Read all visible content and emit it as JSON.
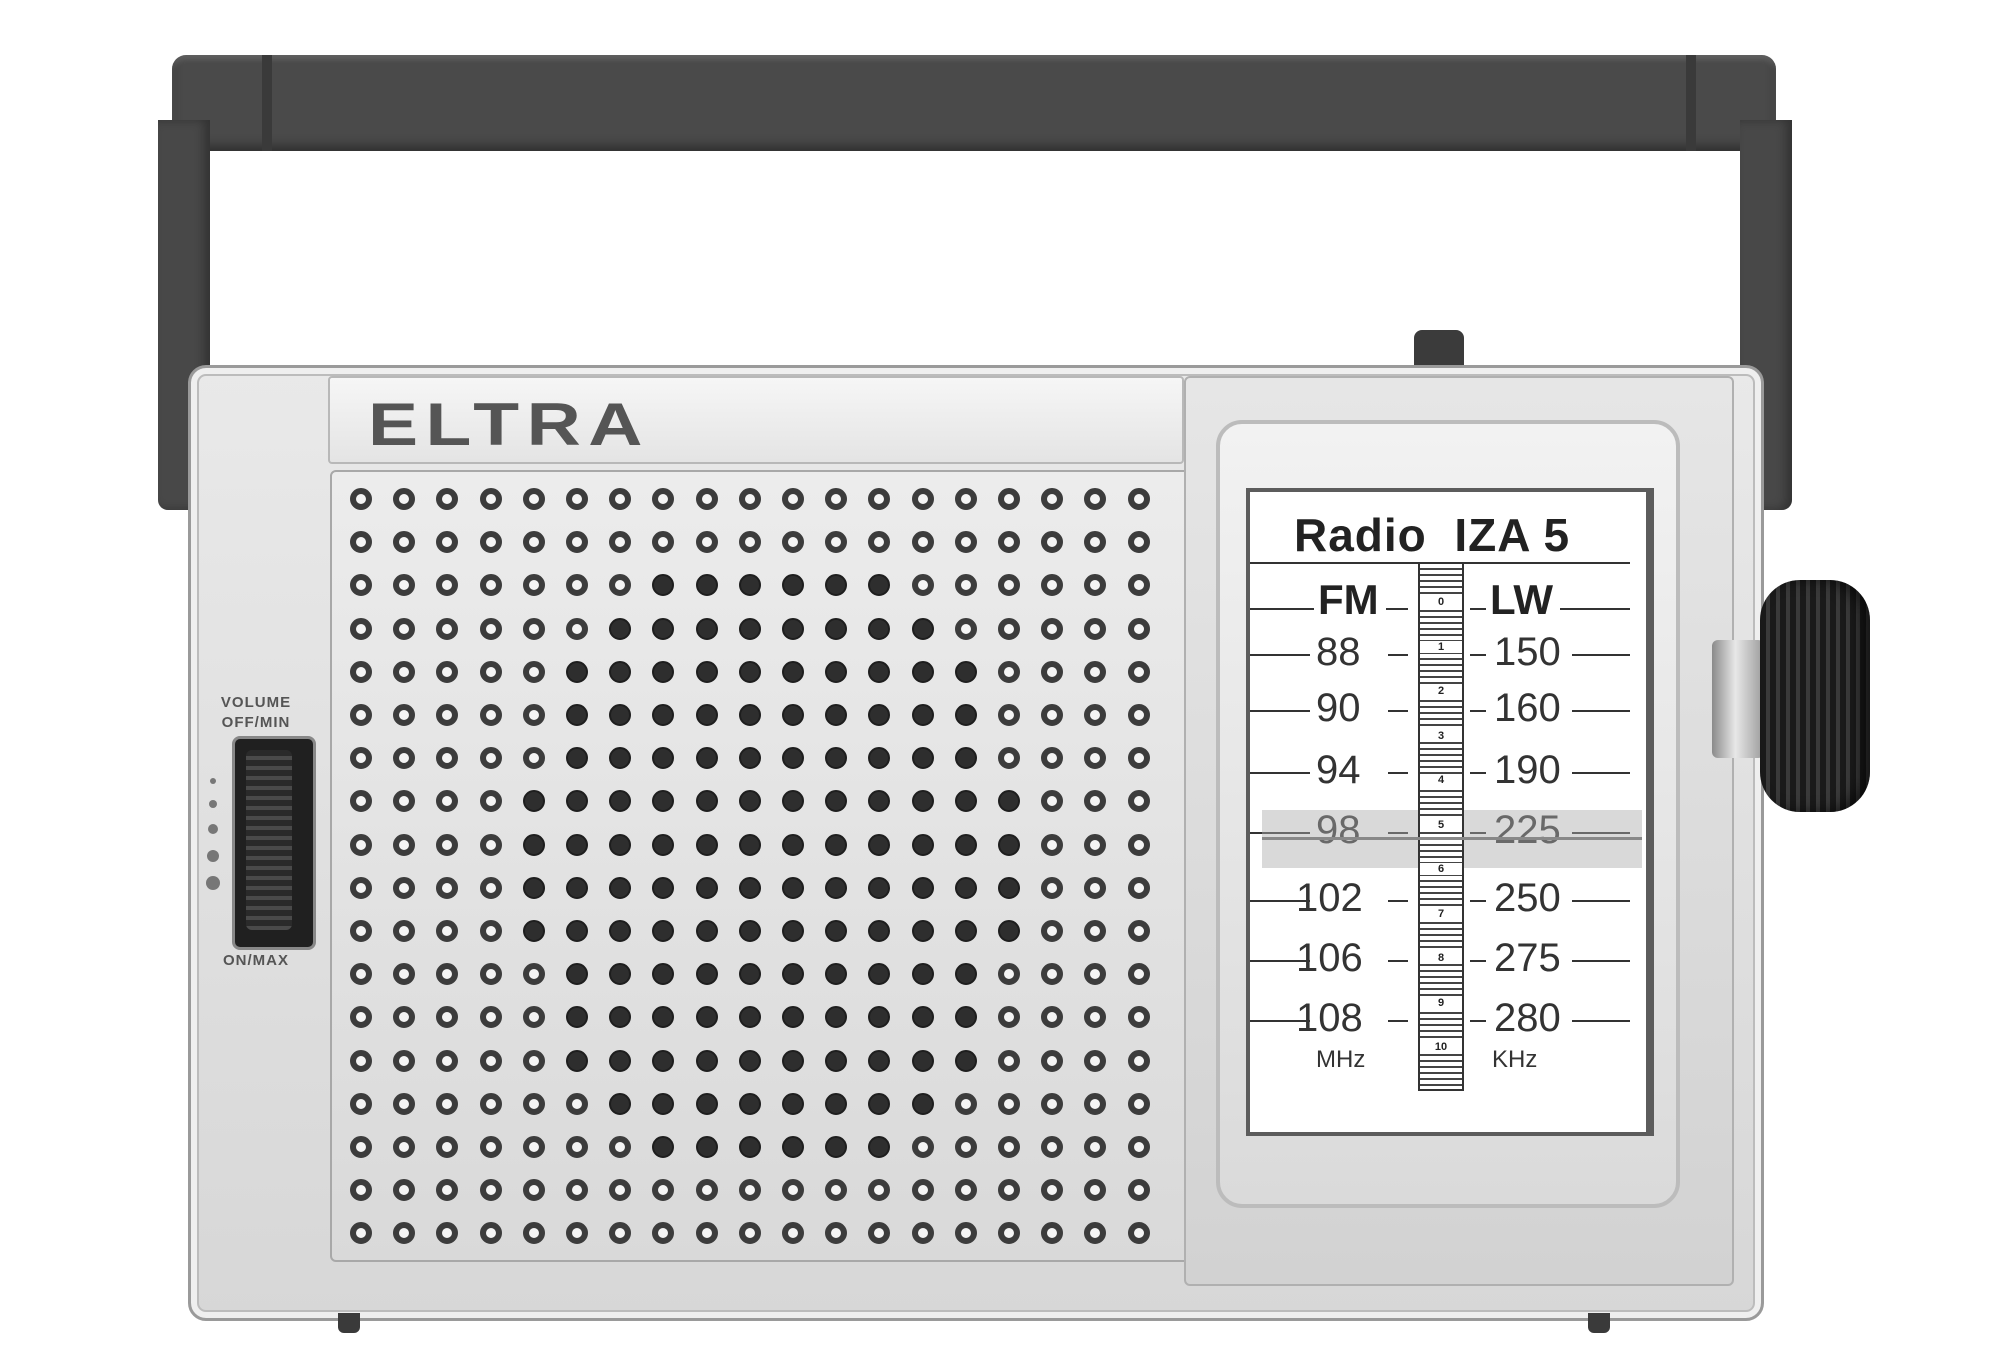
{
  "brand": "ELTRA",
  "dial": {
    "title": "Radio  IZA 5",
    "fm_label": "FM",
    "lw_label": "LW",
    "fm": [
      "88",
      "90",
      "94",
      "98",
      "102",
      "106",
      "108"
    ],
    "lw": [
      "150",
      "160",
      "190",
      "225",
      "250",
      "275",
      "280"
    ],
    "fm_unit": "MHz",
    "lw_unit": "KHz",
    "scale": [
      "0",
      "1",
      "2",
      "3",
      "4",
      "5",
      "6",
      "7",
      "8",
      "9",
      "10"
    ]
  },
  "volume": {
    "top_label_1": "VOLUME",
    "top_label_2": "OFF/MIN",
    "bottom_label": "ON/MAX"
  },
  "colors": {
    "handle": "#4a4a4a",
    "body": "#dcdcdc",
    "knob": "#1f1f1f"
  }
}
